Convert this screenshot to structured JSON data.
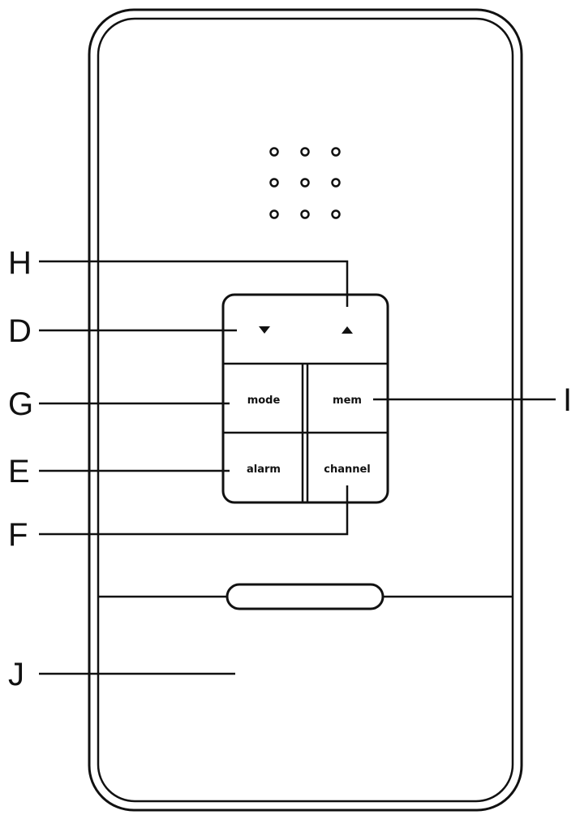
{
  "buttons": {
    "down": {
      "glyph": "▼"
    },
    "up": {
      "glyph": "▲"
    },
    "mode": {
      "label": "mode"
    },
    "mem": {
      "label": "mem"
    },
    "alarm": {
      "label": "alarm"
    },
    "channel": {
      "label": "channel"
    }
  },
  "callouts": {
    "H": "H",
    "D": "D",
    "G": "G",
    "E": "E",
    "F": "F",
    "I": "I",
    "J": "J"
  },
  "colors": {
    "stroke": "#111111",
    "background": "#ffffff"
  }
}
